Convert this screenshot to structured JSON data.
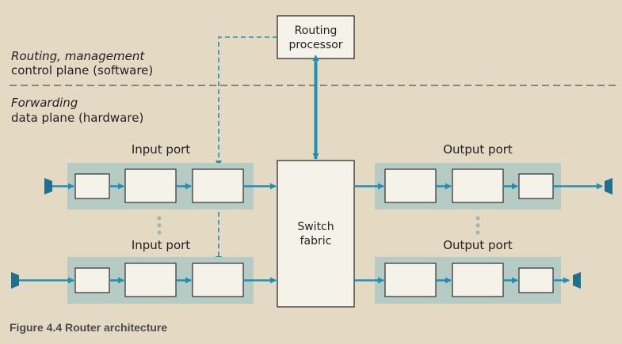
{
  "diagram": {
    "caption": "Figure 4.4 Router architecture",
    "control_plane": {
      "line1": "Routing, management",
      "line2": "control plane (software)"
    },
    "data_plane": {
      "line1": "Forwarding",
      "line2": "data plane (hardware)"
    },
    "routing_processor": {
      "line1": "Routing",
      "line2": "processor"
    },
    "switch_fabric": {
      "line1": "Switch",
      "line2": "fabric"
    },
    "input_ports": [
      {
        "label": "Input port"
      },
      {
        "label": "Input port"
      }
    ],
    "output_ports": [
      {
        "label": "Output port"
      },
      {
        "label": "Output port"
      }
    ],
    "colors": {
      "background": "#e4dac4",
      "port_fill": "#b5cbc4",
      "box_fill": "#f5f2ea",
      "arrow": "#1f8fb5",
      "line_dark": "#231f20"
    }
  }
}
